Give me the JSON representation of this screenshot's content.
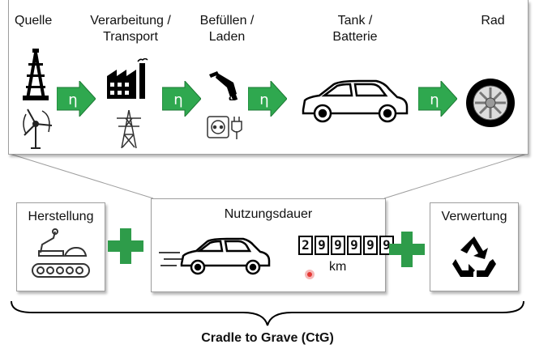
{
  "stages": [
    {
      "label": "Quelle"
    },
    {
      "label": "Verarbeitung /\nTransport"
    },
    {
      "label": "Befüllen /\nLaden"
    },
    {
      "label": "Tank /\nBatterie"
    },
    {
      "label": "Rad"
    }
  ],
  "efficiency_symbol": "η",
  "lifecycle": {
    "production": "Herstellung",
    "usage": "Nutzungsdauer",
    "recycling": "Verwertung",
    "odometer_digits": [
      "2",
      "9",
      "9",
      "9",
      "9",
      "9"
    ],
    "odometer_unit": "km"
  },
  "footer": "Cradle to Grave (CtG)",
  "colors": {
    "arrow_green": "#2fa84f",
    "plus_green": "#2e9c4a",
    "dot_red": "#e53935"
  }
}
